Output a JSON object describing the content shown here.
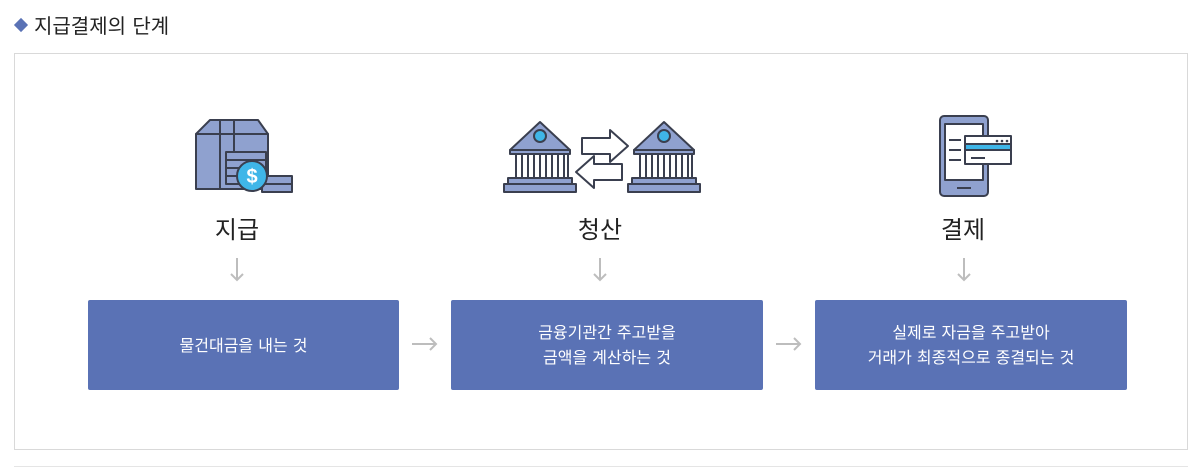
{
  "heading": "지급결제의 단계",
  "stages": [
    {
      "label": "지급",
      "icon": "box-coins-icon",
      "desc_lines": [
        "물건대금을 내는 것"
      ]
    },
    {
      "label": "청산",
      "icon": "bank-exchange-icon",
      "desc_lines": [
        "금융기관간 주고받을",
        "금액을 계산하는 것"
      ]
    },
    {
      "label": "결제",
      "icon": "mobile-card-icon",
      "desc_lines": [
        "실제로 자금을 주고받아",
        "거래가 최종적으로 종결되는 것"
      ]
    }
  ],
  "colors": {
    "accent": "#5a72b5",
    "icon_fill": "#8fa1cf",
    "icon_stroke": "#3a3f4f",
    "coin": "#3fb6e8",
    "arrow": "#bdbdbd"
  }
}
